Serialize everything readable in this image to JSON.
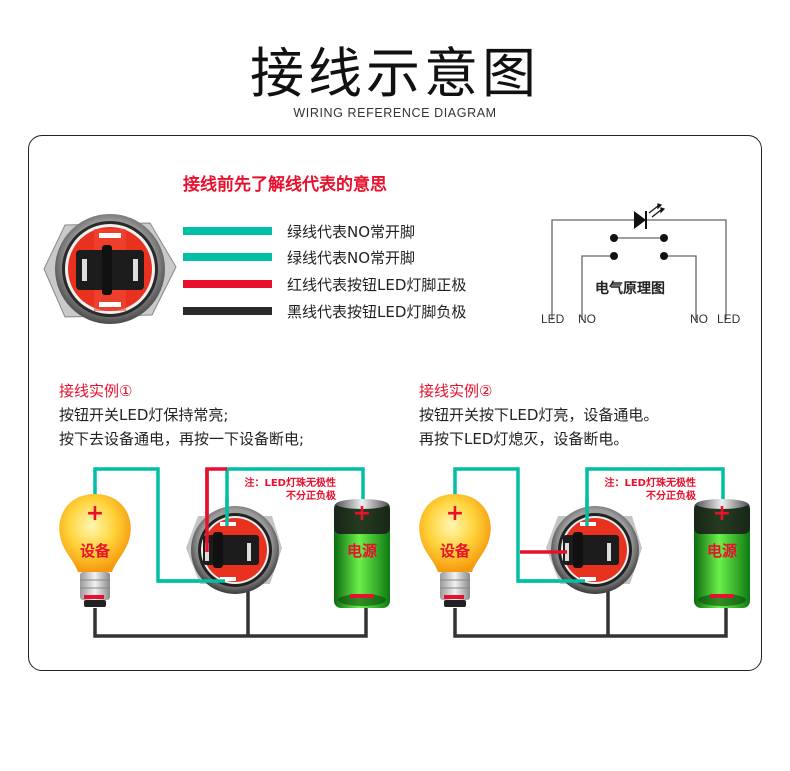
{
  "header": {
    "title": "接线示意图",
    "subtitle": "WIRING REFERENCE DIAGRAM"
  },
  "legend": {
    "title": "接线前先了解线代表的意思",
    "items": [
      {
        "label": "绿线代表NO常开脚",
        "color": "#00bfa5"
      },
      {
        "label": "绿线代表NO常开脚",
        "color": "#00bfa5"
      },
      {
        "label": "红线代表按钮LED灯脚正极",
        "color": "#e8112d"
      },
      {
        "label": "黑线代表按钮LED灯脚负极",
        "color": "#2a2a2a"
      }
    ]
  },
  "schematic": {
    "title": "电气原理图",
    "labels": [
      "LED",
      "NO",
      "NO",
      "LED"
    ]
  },
  "examples": [
    {
      "title": "接线实例①",
      "lines": [
        "按钮开关LED灯保持常亮;",
        "按下去设备通电，再按一下设备断电;"
      ],
      "note": [
        "注：LED灯珠无极性",
        "不分正负极"
      ],
      "device_label": "设备",
      "power_label": "电源",
      "plus": "+",
      "minus": "−"
    },
    {
      "title": "接线实例②",
      "lines": [
        "按钮开关按下LED灯亮，设备通电。",
        "再按下LED灯熄灭，设备断电。"
      ],
      "note": [
        "注：LED灯珠无极性",
        "不分正负极"
      ],
      "device_label": "设备",
      "power_label": "电源",
      "plus": "+",
      "minus": "−"
    }
  ],
  "colors": {
    "accent_red": "#e8112d",
    "wire_green": "#00bfa5",
    "wire_black": "#2a2a2a",
    "switch_red": "#e8311f"
  }
}
